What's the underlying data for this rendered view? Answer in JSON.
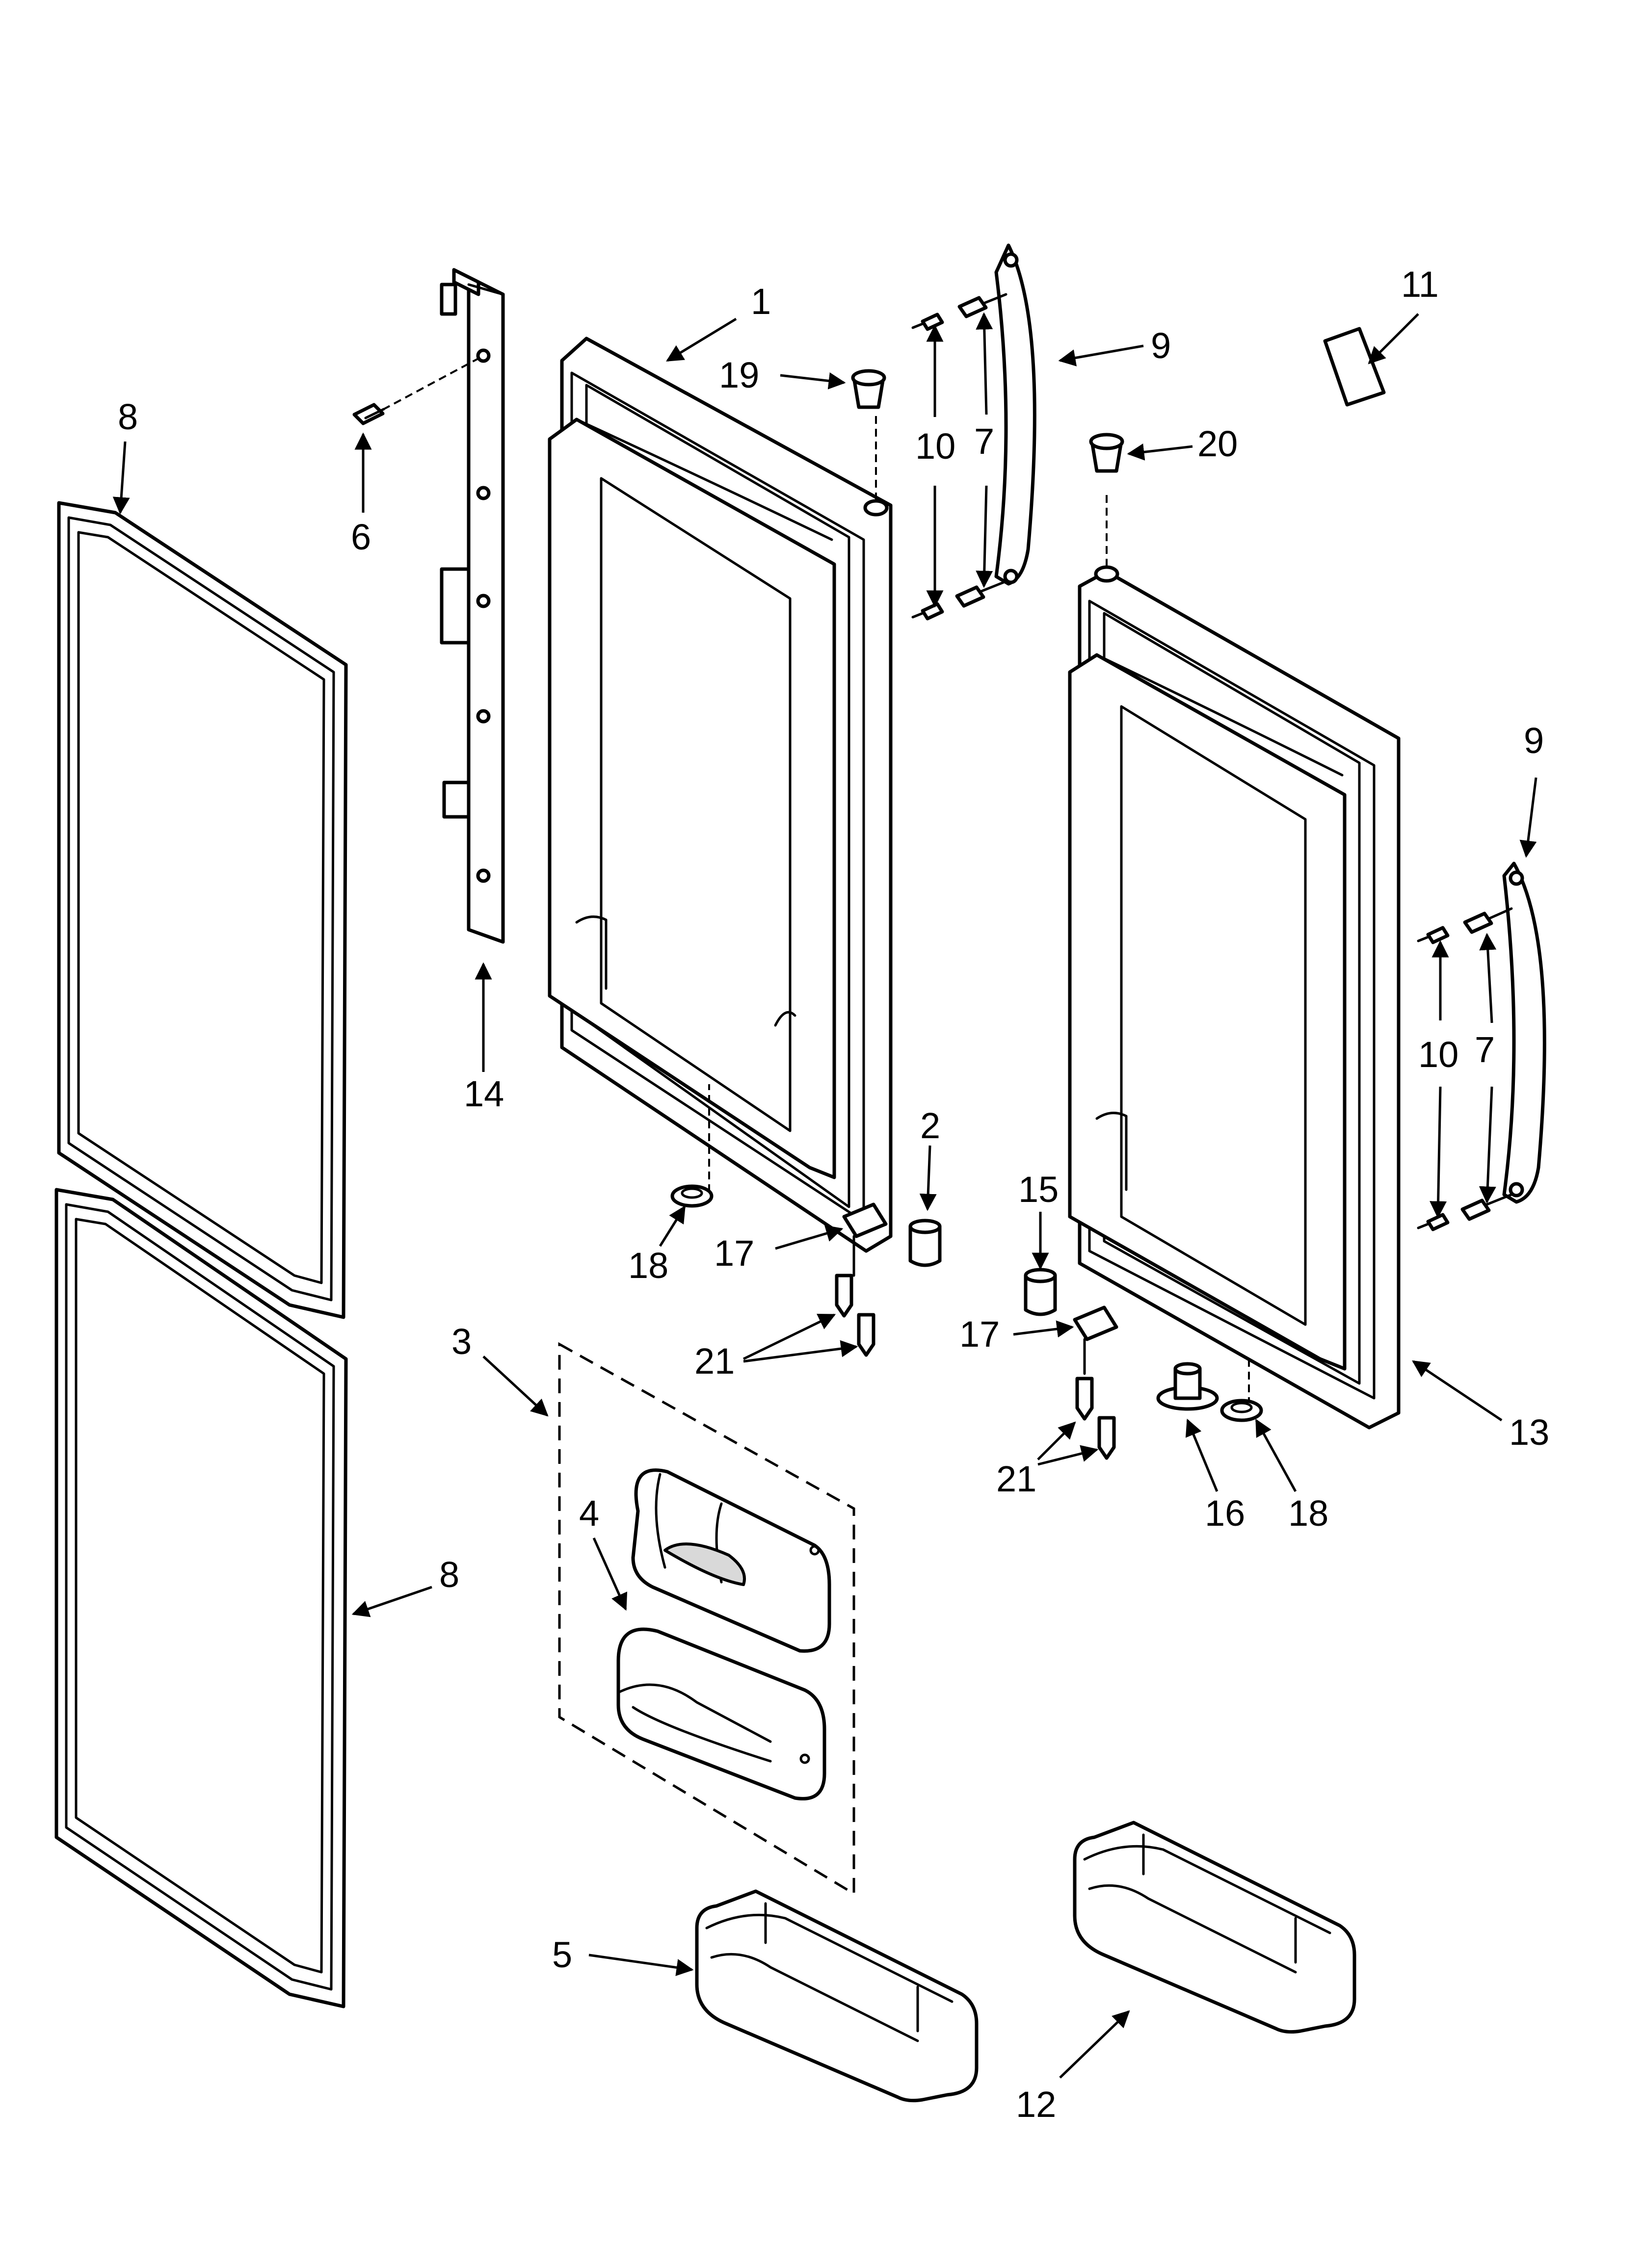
{
  "diagram": {
    "callouts": [
      {
        "id": "c1",
        "label": "1"
      },
      {
        "id": "c2",
        "label": "2"
      },
      {
        "id": "c3",
        "label": "3"
      },
      {
        "id": "c4",
        "label": "4"
      },
      {
        "id": "c5",
        "label": "5"
      },
      {
        "id": "c6",
        "label": "6"
      },
      {
        "id": "c7a",
        "label": "7"
      },
      {
        "id": "c7b",
        "label": "7"
      },
      {
        "id": "c8a",
        "label": "8"
      },
      {
        "id": "c8b",
        "label": "8"
      },
      {
        "id": "c9a",
        "label": "9"
      },
      {
        "id": "c9b",
        "label": "9"
      },
      {
        "id": "c10a",
        "label": "10"
      },
      {
        "id": "c10b",
        "label": "10"
      },
      {
        "id": "c11",
        "label": "11"
      },
      {
        "id": "c12",
        "label": "12"
      },
      {
        "id": "c13",
        "label": "13"
      },
      {
        "id": "c14",
        "label": "14"
      },
      {
        "id": "c15",
        "label": "15"
      },
      {
        "id": "c16",
        "label": "16"
      },
      {
        "id": "c17a",
        "label": "17"
      },
      {
        "id": "c17b",
        "label": "17"
      },
      {
        "id": "c18a",
        "label": "18"
      },
      {
        "id": "c18b",
        "label": "18"
      },
      {
        "id": "c19",
        "label": "19"
      },
      {
        "id": "c20",
        "label": "20"
      },
      {
        "id": "c21a",
        "label": "21"
      },
      {
        "id": "c21b",
        "label": "21"
      }
    ]
  }
}
